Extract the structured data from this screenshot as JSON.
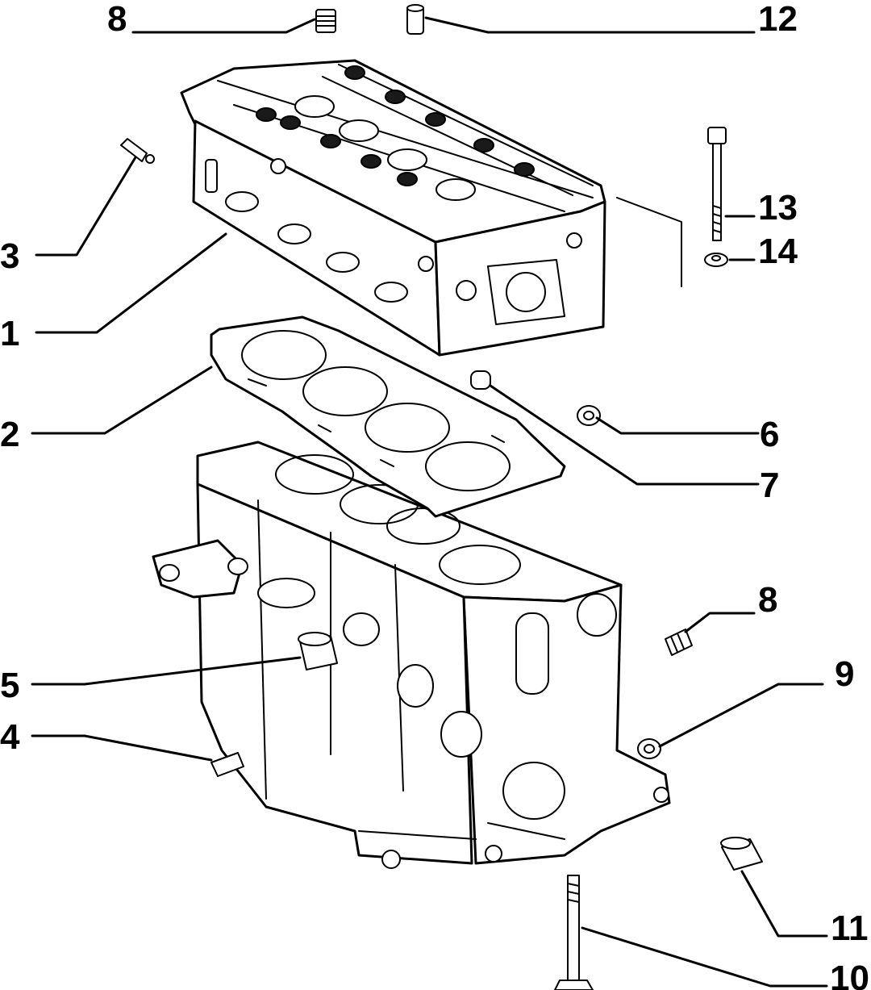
{
  "callouts": [
    {
      "id": "1",
      "label": "1"
    },
    {
      "id": "2",
      "label": "2"
    },
    {
      "id": "3",
      "label": "3"
    },
    {
      "id": "4",
      "label": "4"
    },
    {
      "id": "5",
      "label": "5"
    },
    {
      "id": "6",
      "label": "6"
    },
    {
      "id": "7",
      "label": "7"
    },
    {
      "id": "8-top",
      "label": "8"
    },
    {
      "id": "8-right",
      "label": "8"
    },
    {
      "id": "9",
      "label": "9"
    },
    {
      "id": "10",
      "label": "10"
    },
    {
      "id": "11",
      "label": "11"
    },
    {
      "id": "12",
      "label": "12"
    },
    {
      "id": "13",
      "label": "13"
    },
    {
      "id": "14",
      "label": "14"
    }
  ]
}
